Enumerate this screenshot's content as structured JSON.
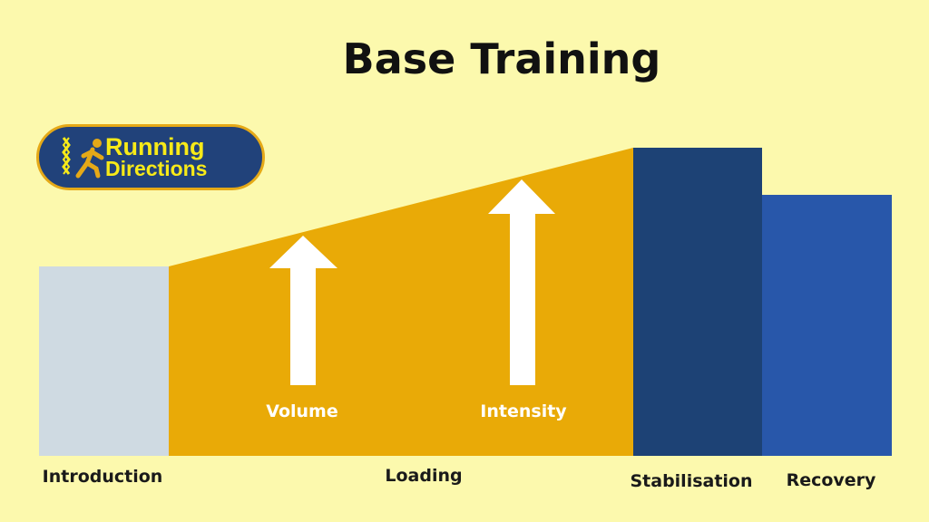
{
  "title": "Base Training",
  "logo": {
    "line1": "Running",
    "line2": "Directions"
  },
  "phases": [
    {
      "name": "Introduction",
      "color": "#cfdae2"
    },
    {
      "name": "Loading",
      "color": "#e9aa07"
    },
    {
      "name": "Stabilisation",
      "color": "#1d4275"
    },
    {
      "name": "Recovery",
      "color": "#2857aa"
    }
  ],
  "arrows": [
    {
      "label": "Volume"
    },
    {
      "label": "Intensity"
    }
  ]
}
